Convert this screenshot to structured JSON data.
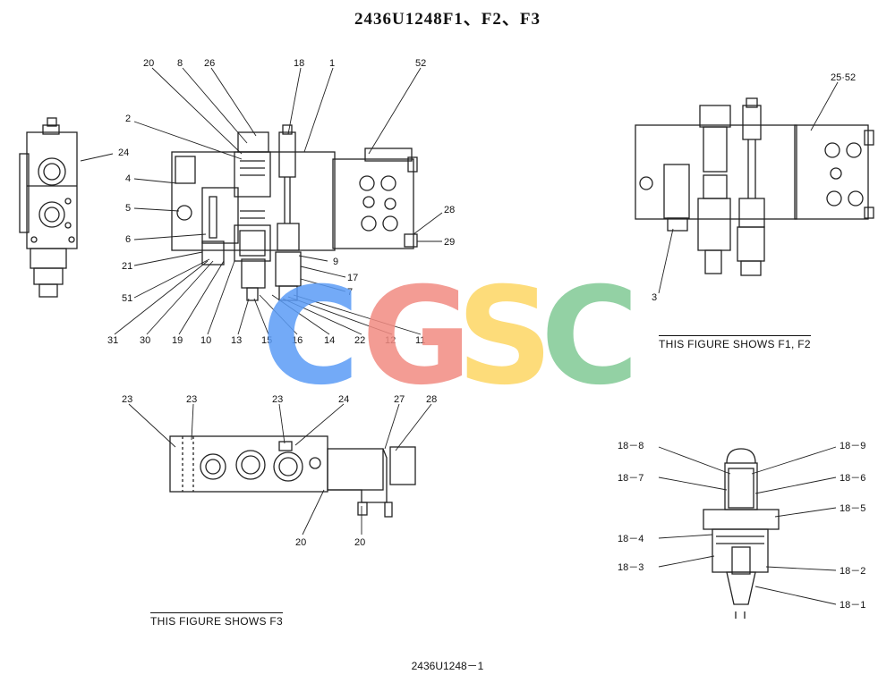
{
  "title": "2436U1248F1、F2、F3",
  "footer": "2436U1248－1",
  "captions": {
    "f1f2": "THIS FIGURE SHOWS   F1, F2",
    "f3": "THIS FIGURE SHOWS   F3"
  },
  "watermark": {
    "letters": [
      "C",
      "G",
      "S",
      "C"
    ],
    "colors": [
      "#5b9cf6",
      "#f28b82",
      "#fdd663",
      "#81c995"
    ]
  },
  "callouts": {
    "main": [
      "20",
      "8",
      "26",
      "18",
      "1",
      "52",
      "2",
      "24",
      "4",
      "5",
      "6",
      "21",
      "51",
      "31",
      "30",
      "19",
      "10",
      "13",
      "15",
      "16",
      "14",
      "22",
      "12",
      "11",
      "9",
      "17",
      "7",
      "28",
      "29"
    ],
    "f1f2": [
      "25·52",
      "3"
    ],
    "f3": [
      "23",
      "23",
      "23",
      "24",
      "27",
      "28",
      "20",
      "20"
    ],
    "fitting": [
      "18－8",
      "18－7",
      "18－4",
      "18－3",
      "18－9",
      "18－6",
      "18－5",
      "18－2",
      "18－1"
    ]
  }
}
